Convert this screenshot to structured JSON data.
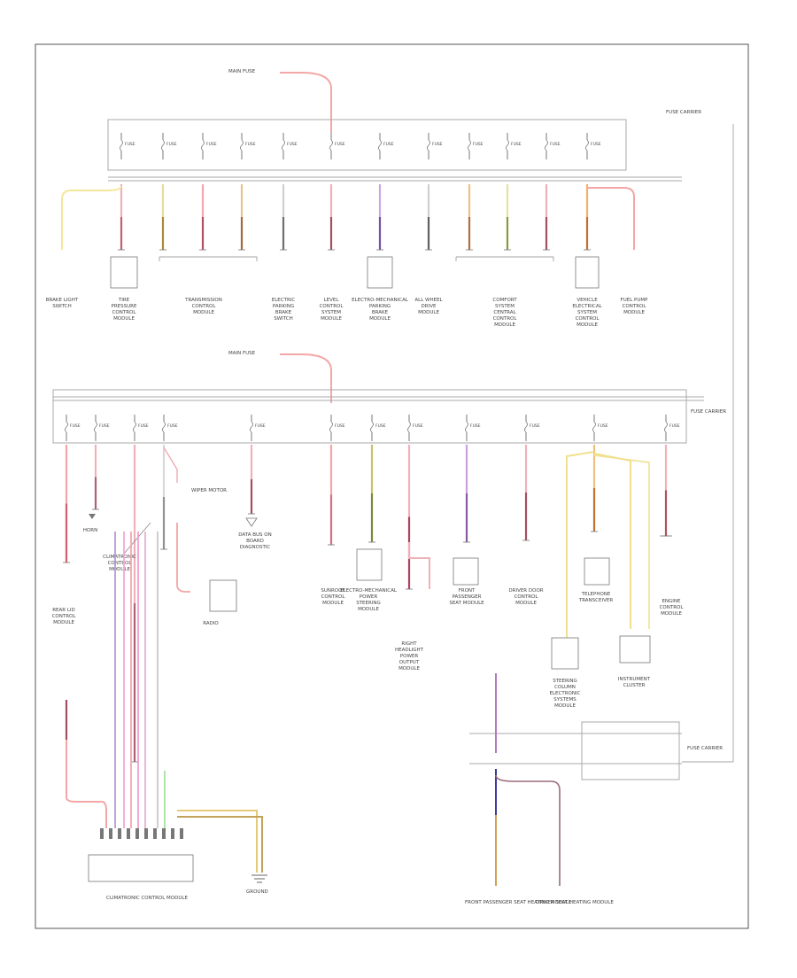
{
  "diagram": {
    "corner_label": "",
    "top_section": {
      "feed_label": "MAIN FUSE",
      "right_label": "FUSE CARRIER",
      "fuse_labels": [
        "FUSE",
        "FUSE",
        "FUSE",
        "FUSE",
        "FUSE",
        "FUSE",
        "FUSE",
        "FUSE",
        "FUSE",
        "FUSE",
        "FUSE",
        "FUSE",
        "FUSE"
      ],
      "components": [
        "BRAKE LIGHT SWITCH",
        "TIRE PRESSURE CONTROL MODULE",
        "TRANSMISSION CONTROL MODULE",
        "ELECTRIC PARKING BRAKE SWITCH",
        "LEVEL CONTROL SYSTEM MODULE",
        "ELECTRO-MECHANICAL PARKING BRAKE MODULE",
        "ALL WHEEL DRIVE MODULE",
        "COMFORT SYSTEM CENTRAL CONTROL MODULE",
        "VEHICLE ELECTRICAL SYSTEM CONTROL MODULE",
        "FUEL PUMP CONTROL MODULE"
      ]
    },
    "middle_section": {
      "feed_label": "MAIN FUSE",
      "right_label": "FUSE CARRIER",
      "fuse_labels": [
        "FUSE",
        "FUSE",
        "FUSE",
        "FUSE",
        "FUSE",
        "FUSE",
        "FUSE",
        "FUSE",
        "FUSE",
        "FUSE",
        "FUSE"
      ],
      "components": [
        "REAR LID CONTROL MODULE",
        "HORN",
        "CLIMATRONIC CONTROL MODULE",
        "WIPER MOTOR",
        "DATA BUS ON BOARD DIAGNOSTIC",
        "RADIO",
        "SUNROOF CONTROL MODULE",
        "ELECTRO-MECHANICAL POWER STEERING MODULE",
        "RIGHT HEADLIGHT POWER OUTPUT MODULE",
        "FRONT PASSENGER SEAT MODULE",
        "DRIVER DOOR CONTROL MODULE",
        "TELEPHONE TRANSCEIVER",
        "ENGINE CONTROL MODULE",
        "STEERING COLUMN ELECTRONIC SYSTEMS MODULE",
        "INSTRUMENT CLUSTER"
      ]
    },
    "bottom_section": {
      "connector_label": "CLIMATRONIC CONTROL MODULE",
      "ground_label": "GROUND",
      "right_fuse_label": "FUSE CARRIER",
      "components": [
        "FRONT PASSENGER SEAT HEATING MODULE",
        "DRIVER SEAT HEATING MODULE"
      ]
    }
  }
}
